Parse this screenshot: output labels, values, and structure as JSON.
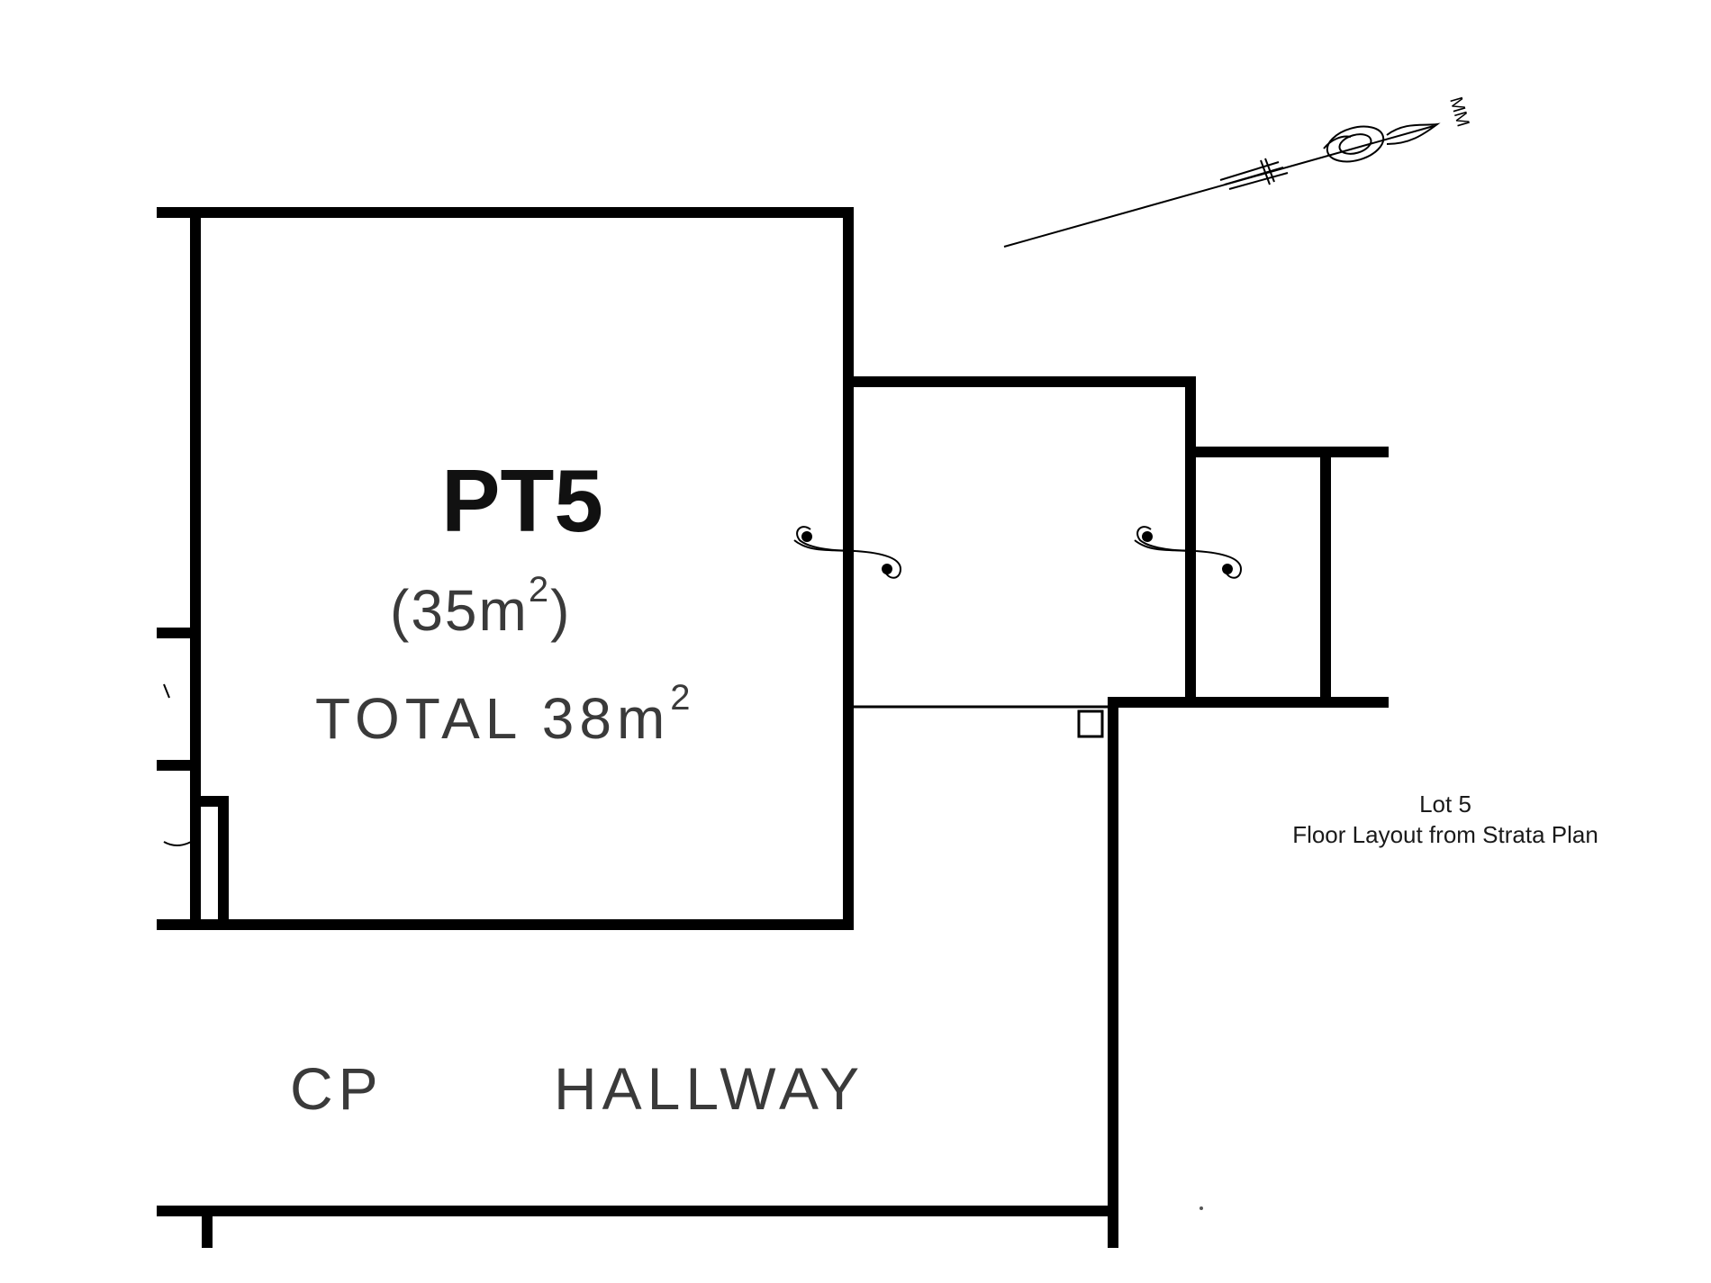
{
  "plan": {
    "lot_label": "PT5",
    "lot_area_value": "(35m",
    "lot_area_sup": "2",
    "lot_area_close": ")",
    "total_label": "TOTAL  38m",
    "total_sup": "2",
    "common_property_label": "CP",
    "hallway_label": "HALLWAY",
    "north_arrow_label": "MM"
  },
  "caption": {
    "line1": "Lot 5",
    "line2": "Floor Layout from Strata Plan"
  }
}
